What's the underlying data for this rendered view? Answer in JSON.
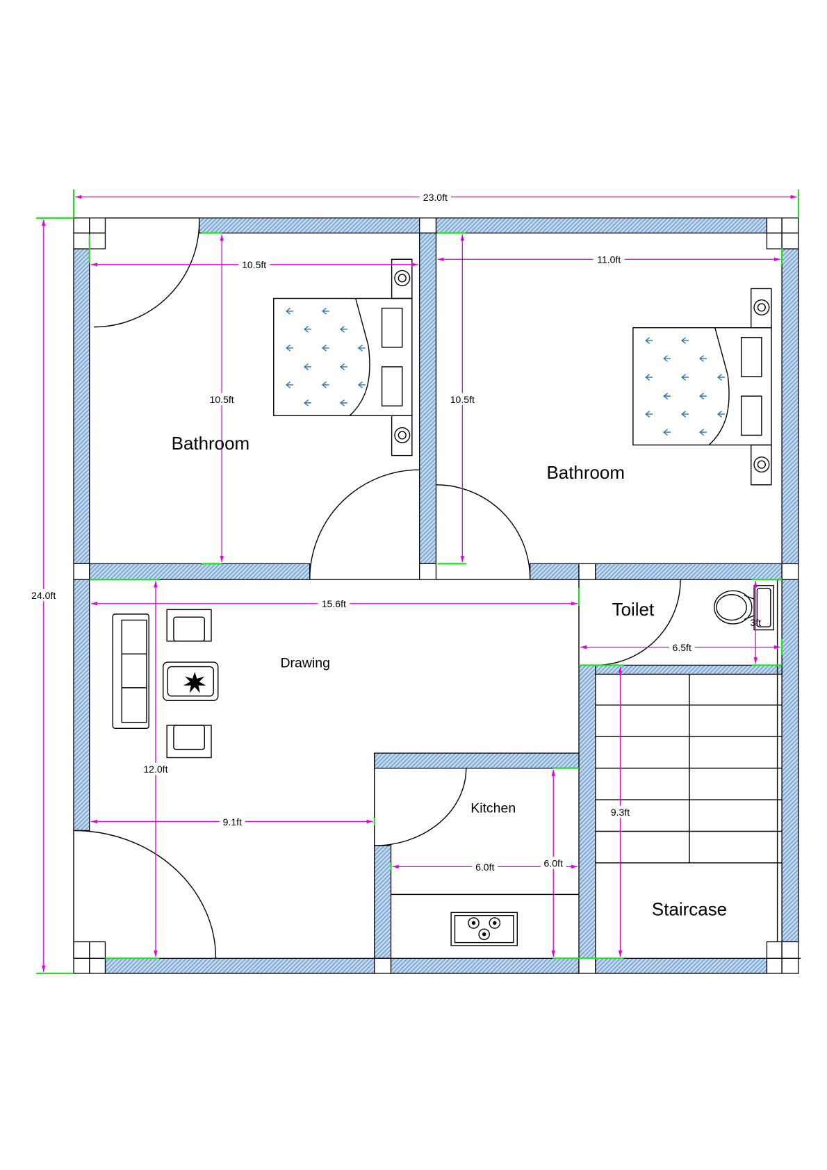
{
  "rooms": {
    "bedroom_left": "Bathroom",
    "bedroom_right": "Bathroom",
    "toilet": "Toilet",
    "drawing": "Drawing",
    "kitchen": "Kitchen",
    "staircase": "Staircase"
  },
  "dimensions": {
    "overall_width": "23.0ft",
    "overall_depth": "24.0ft",
    "left_room_width": "10.5ft",
    "left_room_depth": "10.5ft",
    "right_room_width": "11.0ft",
    "right_room_depth": "10.5ft",
    "drawing_width": "15.6ft",
    "drawing_depth": "12.0ft",
    "drawing_lower_width": "9.1ft",
    "kitchen_width": "6.0ft",
    "kitchen_depth": "6.0ft",
    "staircase_depth": "9.3ft",
    "toilet_width": "6.5ft",
    "toilet_depth": "3ft"
  },
  "colors": {
    "dimension_line": "#e000e0",
    "extension_mark": "#22dd22",
    "wall_hatch": "#8fb5dc",
    "bed_pattern": "#2e75b6"
  }
}
